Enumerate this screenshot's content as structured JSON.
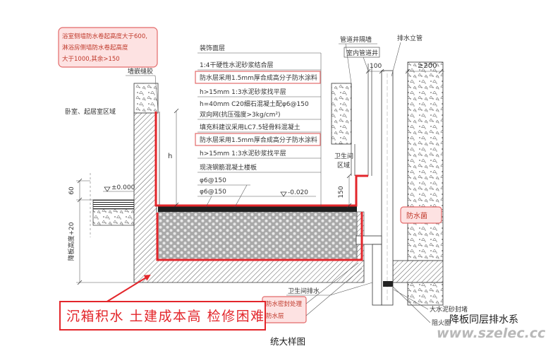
{
  "callout": {
    "lines": [
      "浴室侧墙防水卷起高度大于600,",
      "淋浴房侧墙防水卷起高度",
      "大于1000,其余>150"
    ]
  },
  "layers": [
    "装饰面层",
    "1:4干硬性水泥砂浆结合层",
    "防水层采用1.5mm厚合成高分子防水涂料",
    "h>15mm 1:3水泥砂浆找平层",
    "h=40mm C20细石混凝土配φ6@150",
    "双向网(抗压强度>3kg/cm²)",
    "填充料建议采用LC7.5轻骨料混凝土",
    "防水层采用1.5mm厚合成高分子防水涂料",
    "h>15mm 1:3水泥砂浆找平层",
    "现浇钢筋混凝土楼板",
    "φ6@150",
    "φ6@150"
  ],
  "levels": {
    "room_floor": "±0.000",
    "bath_floor": "-0.020"
  },
  "labels": {
    "shaft_wall": "管道井隔墙",
    "shaft": "室内管道井",
    "riser": "排水立管",
    "bath_zone": [
      "卫生间",
      "区域"
    ],
    "room_zone": "卧室、起居室区域",
    "sealant": "墙嵌缝胶",
    "waterproof_ring": "防水菌",
    "bath_drain": "卫生间排水",
    "seal_treatment": "防水密封处理",
    "waterproof_layer": "防水层",
    "mortar_seal": "大水泥砂封堵",
    "fire_collar": "阻火圈"
  },
  "dimensions": {
    "shaft_gap": "100",
    "min_gap": "≥200",
    "curb": "150",
    "wall_h": "h",
    "slab_step": "60",
    "drop": "降板高度+20"
  },
  "warning": "沉箱积水 土建成本高 检修困难",
  "caption": {
    "right": "降板同层排水系",
    "bottom": "统大样图"
  },
  "watermark": "www.szelec.cc",
  "colors": {
    "waterproof": "#e3262b",
    "callout_fill": "#fde2e2",
    "callout_stroke": "#e36a6a",
    "callout_text": "#c0392b"
  }
}
